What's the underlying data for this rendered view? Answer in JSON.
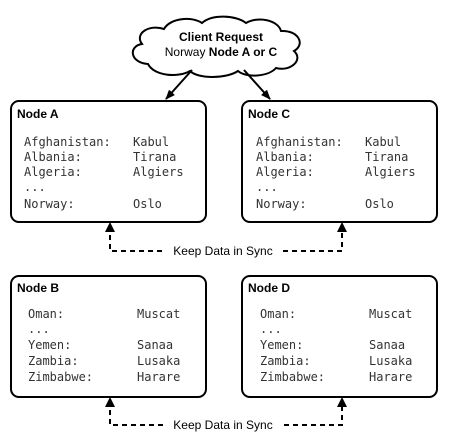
{
  "client_request": {
    "title": "Client Request",
    "line2_prefix": "Norway ",
    "line2_bold": "Node A or C"
  },
  "nodes": {
    "a": {
      "label": "Node A",
      "rows": [
        [
          "Afghanistan:",
          "Kabul"
        ],
        [
          "Albania:",
          "Tirana"
        ],
        [
          "Algeria:",
          "Algiers"
        ],
        [
          "...",
          ""
        ],
        [
          "Norway:",
          "Oslo"
        ]
      ]
    },
    "c": {
      "label": "Node C",
      "rows": [
        [
          "Afghanistan:",
          "Kabul"
        ],
        [
          "Albania:",
          "Tirana"
        ],
        [
          "Algeria:",
          "Algiers"
        ],
        [
          "...",
          ""
        ],
        [
          "Norway:",
          "Oslo"
        ]
      ]
    },
    "b": {
      "label": "Node B",
      "rows": [
        [
          "Oman:",
          "Muscat"
        ],
        [
          "...",
          ""
        ],
        [
          "Yemen:",
          "Sanaa"
        ],
        [
          "Zambia:",
          "Lusaka"
        ],
        [
          "Zimbabwe:",
          "Harare"
        ]
      ]
    },
    "d": {
      "label": "Node D",
      "rows": [
        [
          "Oman:",
          "Muscat"
        ],
        [
          "...",
          ""
        ],
        [
          "Yemen:",
          "Sanaa"
        ],
        [
          "Zambia:",
          "Lusaka"
        ],
        [
          "Zimbabwe:",
          "Harare"
        ]
      ]
    }
  },
  "sync_top": "Keep Data in Sync",
  "sync_bottom": "Keep Data in Sync"
}
